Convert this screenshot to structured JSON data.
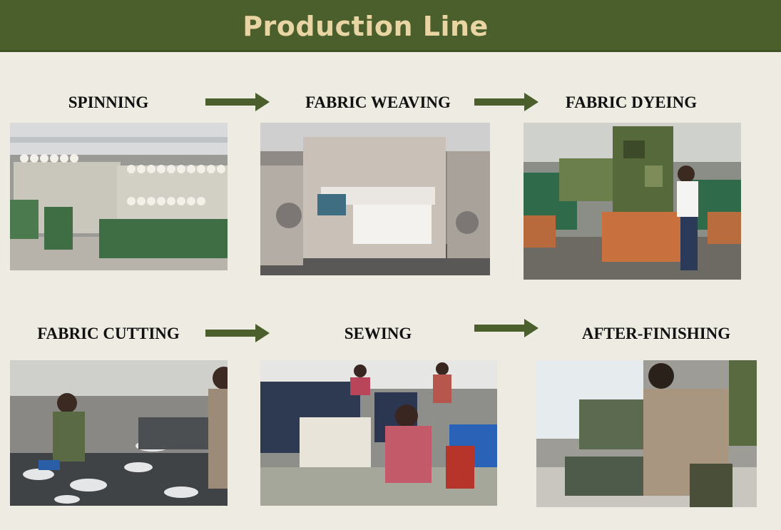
{
  "header": {
    "title": "Production Line"
  },
  "steps": {
    "spinning": "SPINNING",
    "weaving": "FABRIC WEAVING",
    "dyeing": "FABRIC DYEING",
    "cutting": "FABRIC CUTTING",
    "sewing": "SEWING",
    "finishing": "AFTER-FINISHING"
  },
  "colors": {
    "header_bg": "#4a5f2b",
    "header_text": "#e9d4a4",
    "arrow": "#4a5f2b",
    "page_bg": "#eeece2"
  }
}
